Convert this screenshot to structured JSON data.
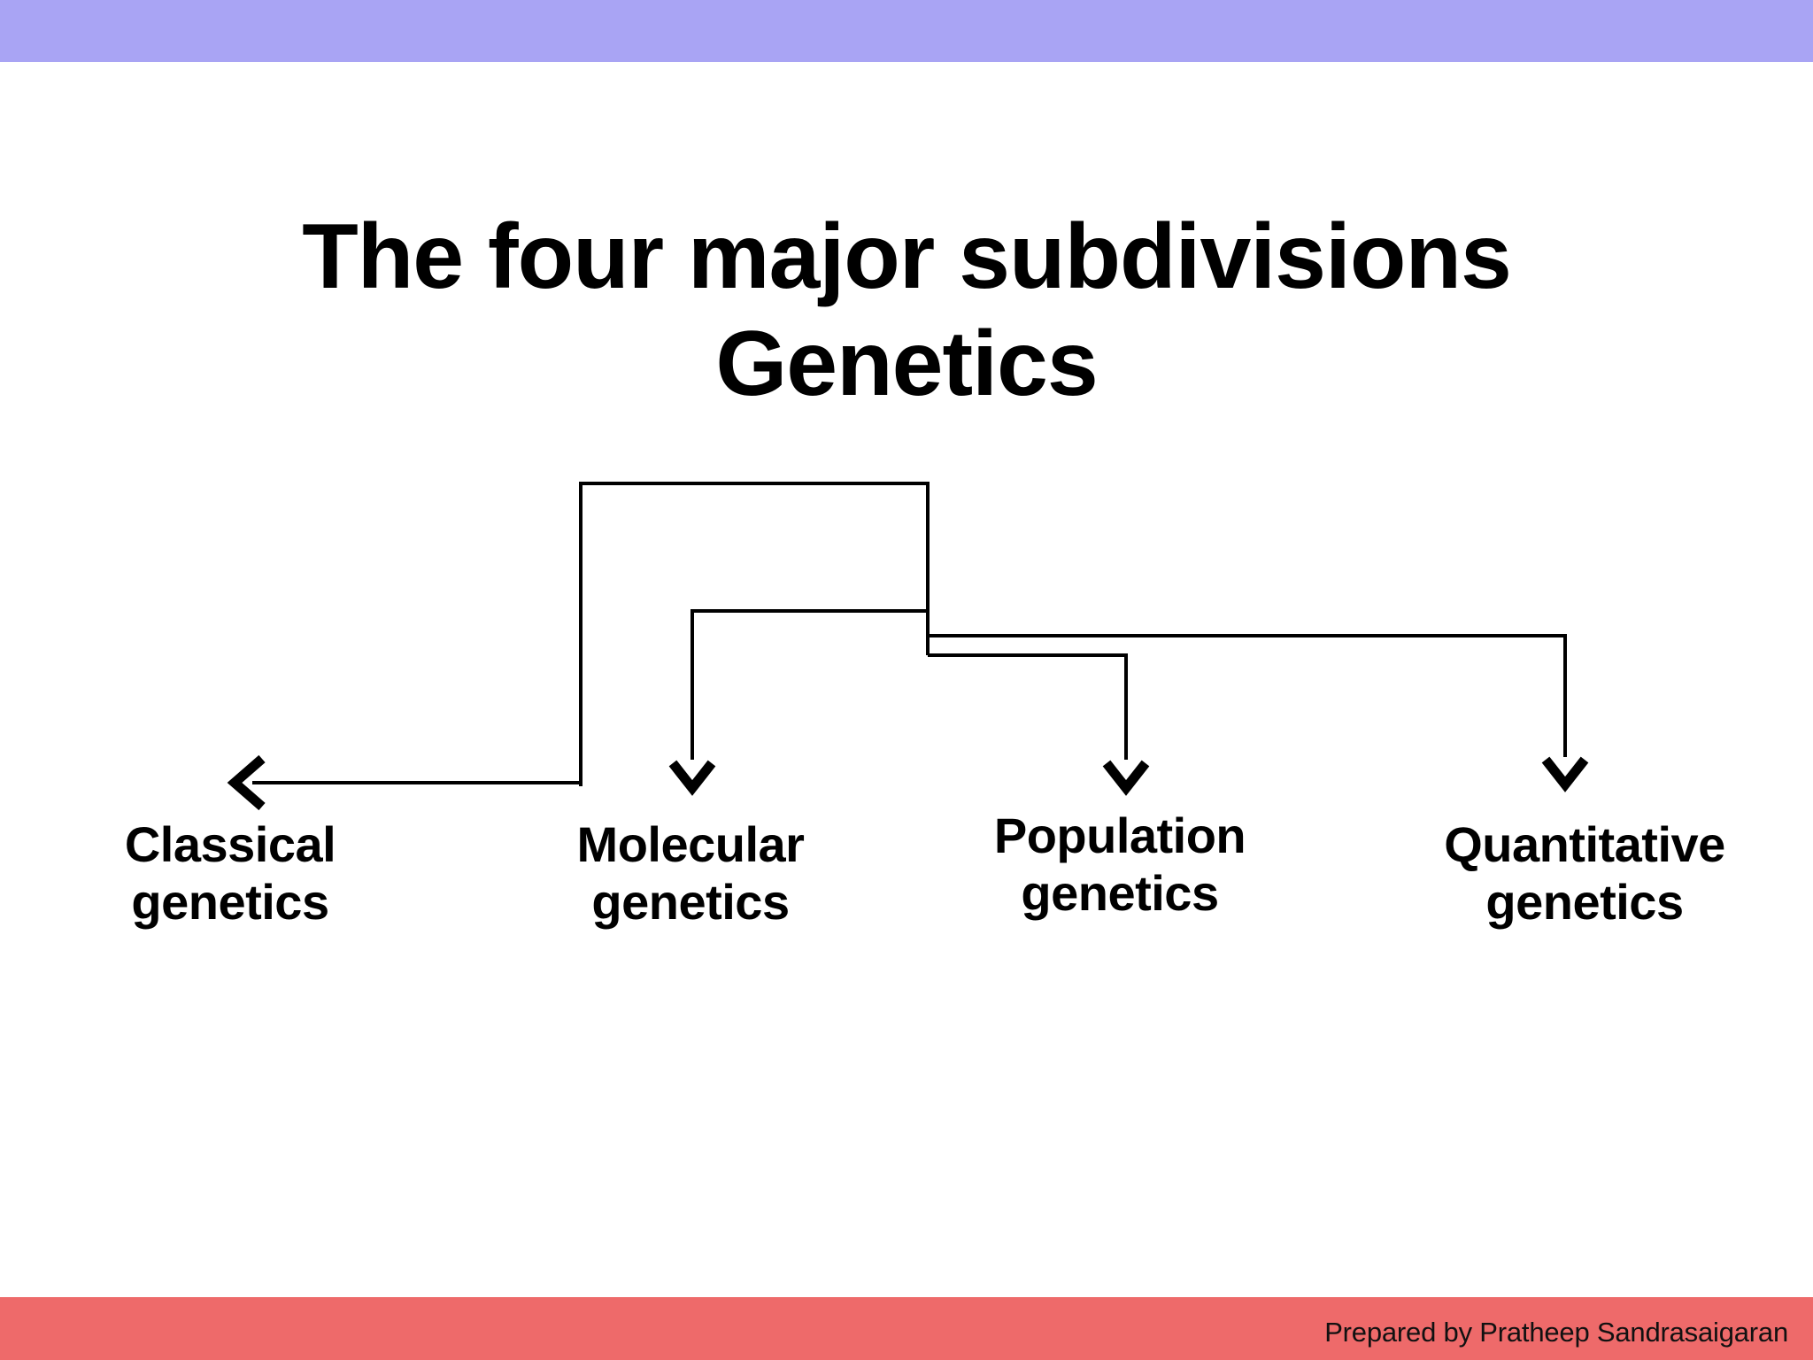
{
  "slide": {
    "title_lines": [
      "The four major subdivisions",
      "Genetics"
    ],
    "background_color": "#FFFFFF"
  },
  "header": {
    "bar_color": "#A9A4F4"
  },
  "footer": {
    "bar_color": "#EE6A6A",
    "credit": "Prepared by Pratheep Sandrasaigaran"
  },
  "diagram": {
    "type": "tree",
    "root_label": "Genetics",
    "line_color": "#000000",
    "branches": [
      {
        "id": "classical",
        "label_line1": "Classical",
        "label_line2": "genetics",
        "arrow_direction": "left"
      },
      {
        "id": "molecular",
        "label_line1": "Molecular",
        "label_line2": "genetics",
        "arrow_direction": "down"
      },
      {
        "id": "population",
        "label_line1": "Population",
        "label_line2": "genetics",
        "arrow_direction": "down"
      },
      {
        "id": "quantitative",
        "label_line1": "Quantitative",
        "label_line2": "genetics",
        "arrow_direction": "down"
      }
    ]
  }
}
